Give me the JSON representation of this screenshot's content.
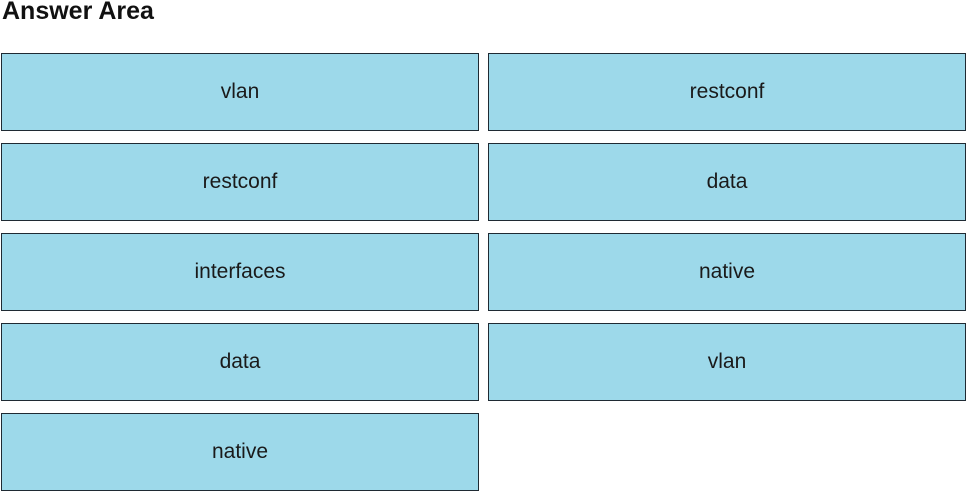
{
  "title": "Answer Area",
  "left_column": [
    "vlan",
    "restconf",
    "interfaces",
    "data",
    "native"
  ],
  "right_column": [
    "restconf",
    "data",
    "native",
    "vlan"
  ]
}
